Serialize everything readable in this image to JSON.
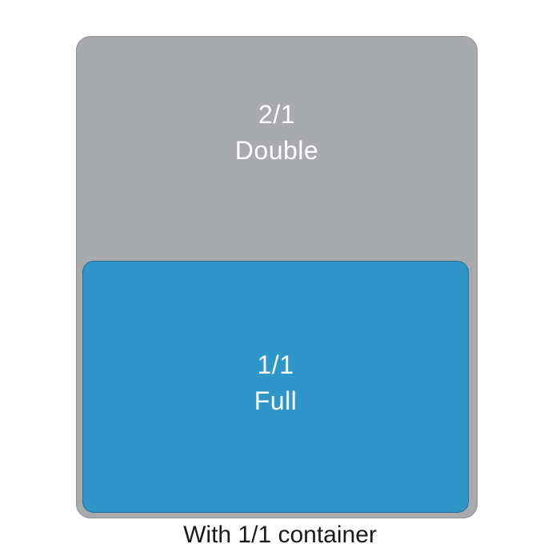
{
  "diagram": {
    "outer_container": {
      "size_label": "2/1",
      "name_label": "Double",
      "fill_color": "#a8aaad",
      "text_color": "#ffffff"
    },
    "inner_container": {
      "size_label": "1/1",
      "name_label": "Full",
      "fill_color": "#2e96c8",
      "text_color": "#ffffff"
    },
    "caption": "With 1/1 container"
  }
}
